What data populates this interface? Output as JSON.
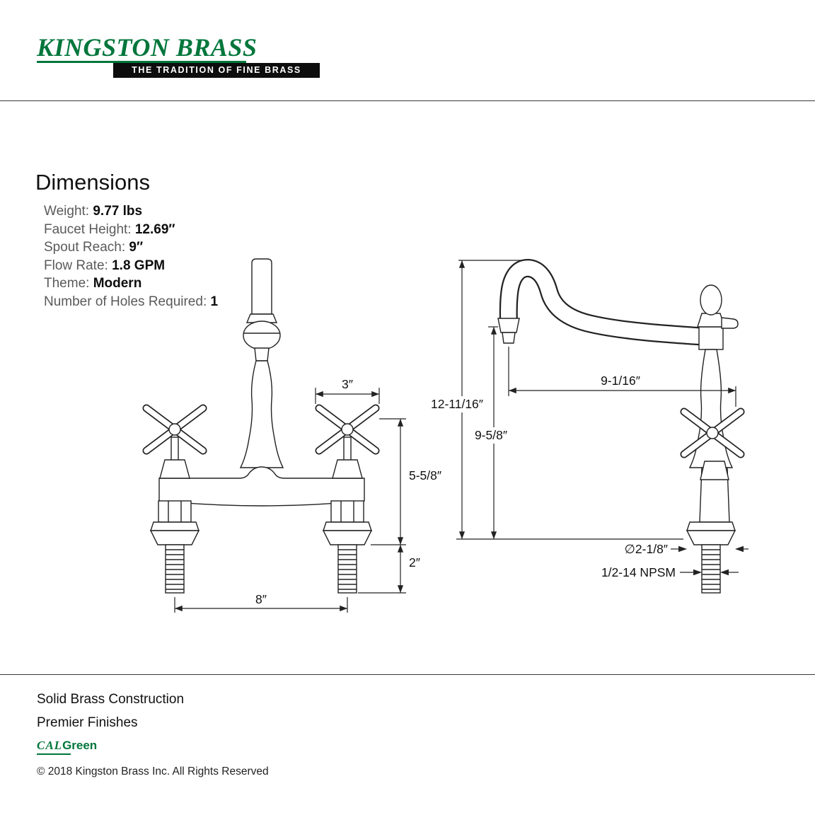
{
  "brand": {
    "logo_text": "KINGSTON BRASS",
    "tagline": "THE TRADITION OF FINE BRASS",
    "brand_color": "#00763b"
  },
  "dimensions_section": {
    "title": "Dimensions",
    "specs": [
      {
        "label": "Weight:",
        "value": "9.77 lbs"
      },
      {
        "label": "Faucet Height:",
        "value": "12.69″"
      },
      {
        "label": "Spout Reach:",
        "value": "9″"
      },
      {
        "label": "Flow Rate:",
        "value": "1.8 GPM"
      },
      {
        "label": "Theme:",
        "value": "Modern"
      },
      {
        "label": "Number of Holes Required:",
        "value": "1"
      }
    ]
  },
  "drawing": {
    "front_view": {
      "dim_handle_width": "3″",
      "dim_deck_to_handle": "5-5/8″",
      "dim_shank_length": "2″",
      "dim_faucet_centers": "8″"
    },
    "side_view": {
      "dim_overall_height": "12-11/16″",
      "dim_spout_height": "9-5/8″",
      "dim_spout_reach": "9-1/16″",
      "dim_escutcheon_diameter": "∅2-1/8″",
      "dim_shank_thread": "1/2-14 NPSM"
    }
  },
  "footer": {
    "feature_1": "Solid Brass Construction",
    "feature_2": "Premier Finishes",
    "cal_label": "CAL",
    "green_label": "Green",
    "copyright": "© 2018 Kingston Brass Inc. All Rights Reserved"
  }
}
